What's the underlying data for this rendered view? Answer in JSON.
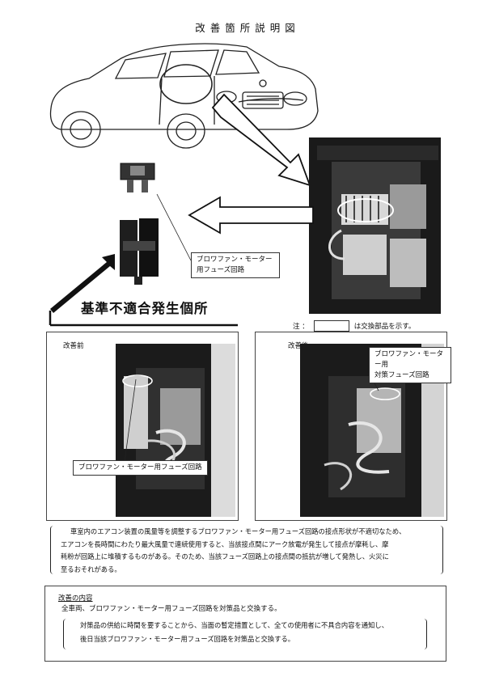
{
  "title": "改善箇所説明図",
  "fuse_label": {
    "line1": "ブロワファン・モーター",
    "line2": "用フューズ回路"
  },
  "defect_heading": "基準不適合発生個所",
  "legend": {
    "prefix": "注 ：",
    "suffix": "は交換部品を示す。"
  },
  "before": {
    "label": "改善前",
    "callout": "ブロワファン・モーター用フューズ回路"
  },
  "after": {
    "label": "改善後",
    "callout_line1": "ブロワファン・モーター用",
    "callout_line2": "対策フューズ回路"
  },
  "description": {
    "line1": "車室内のエアコン装置の風量等を調整するブロワファン・モーター用フューズ回路の接点形状が不適切なため、",
    "line2": "エアコンを長時間にわたり最大風量で連続使用すると、当該接点間にアーク放電が発生して接点が摩耗し、摩",
    "line3": "耗粉が回路上に堆積するものがある。そのため、当該フューズ回路上の接点間の抵抗が増して発熱し、火災に",
    "line4": "至るおそれがある。"
  },
  "improvement": {
    "heading": "改善の内容",
    "text": "全車両、ブロワファン・モーター用フューズ回路を対策品と交換する。",
    "note_line1": "対策品の供給に時間を要することから、当面の暫定措置として、全ての使用者に不具合内容を通知し、",
    "note_line2": "後日当該ブロワファン・モーター用フューズ回路を対策品と交換する。"
  }
}
